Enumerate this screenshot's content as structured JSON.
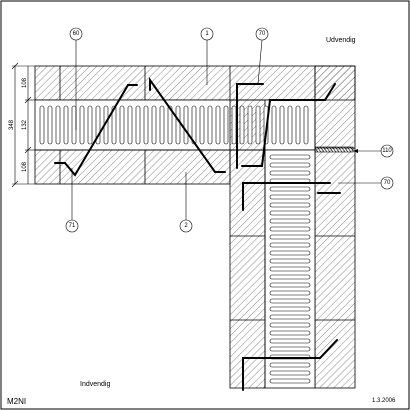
{
  "drawing": {
    "code": "M2NI",
    "date": "1.3.2006",
    "label_outside": "Udvendig",
    "label_inside": "Indvendig",
    "dimensions": {
      "total": "348",
      "top_leaf": "108",
      "cavity": "132",
      "bottom_leaf": "108"
    },
    "callouts": [
      "60",
      "1",
      "70",
      "110",
      "70",
      "71",
      "2"
    ]
  }
}
